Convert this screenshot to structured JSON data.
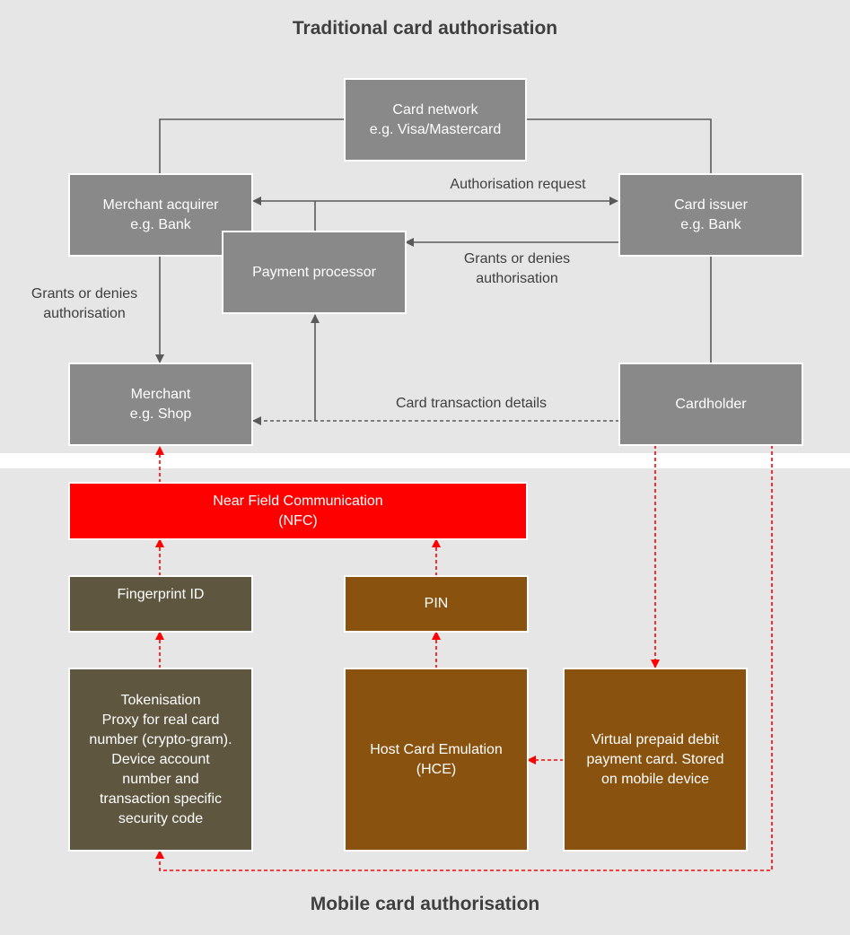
{
  "top_title": "Traditional card authorisation",
  "bottom_title": "Mobile card authorisation",
  "boxes": {
    "card_network": [
      "Card network",
      "e.g. Visa/Mastercard"
    ],
    "merchant_acquirer": [
      "Merchant acquirer",
      "e.g. Bank"
    ],
    "card_issuer": [
      "Card issuer",
      "e.g. Bank"
    ],
    "payment_processor": [
      "Payment processor"
    ],
    "merchant": [
      "Merchant",
      "e.g. Shop"
    ],
    "cardholder": [
      "Cardholder"
    ],
    "nfc": [
      "Near Field Communication",
      "(NFC)"
    ],
    "fingerprint": [
      "Fingerprint ID"
    ],
    "pin": [
      "PIN"
    ],
    "tokenisation": [
      "Tokenisation",
      "Proxy for real card",
      "number (crypto-gram).",
      "Device account",
      "number and",
      "transaction specific",
      "security code"
    ],
    "hce": [
      "Host Card Emulation",
      "(HCE)"
    ],
    "virtual_card": [
      "Virtual prepaid debit",
      "payment card. Stored",
      "on mobile device"
    ]
  },
  "labels": {
    "authorisation_request": [
      "Authorisation request"
    ],
    "grants_right": [
      "Grants or denies",
      "authorisation"
    ],
    "grants_left": [
      "Grants or denies",
      "authorisation"
    ],
    "card_transaction_details": [
      "Card transaction details"
    ]
  },
  "colors": {
    "panel": "#e6e6e6",
    "gray_box": "#898989",
    "nfc_red": "#ff0000",
    "olive": "#5e563f",
    "brown": "#8a520f",
    "arrow_gray": "#5a5a5a",
    "arrow_red": "#ff0000"
  }
}
